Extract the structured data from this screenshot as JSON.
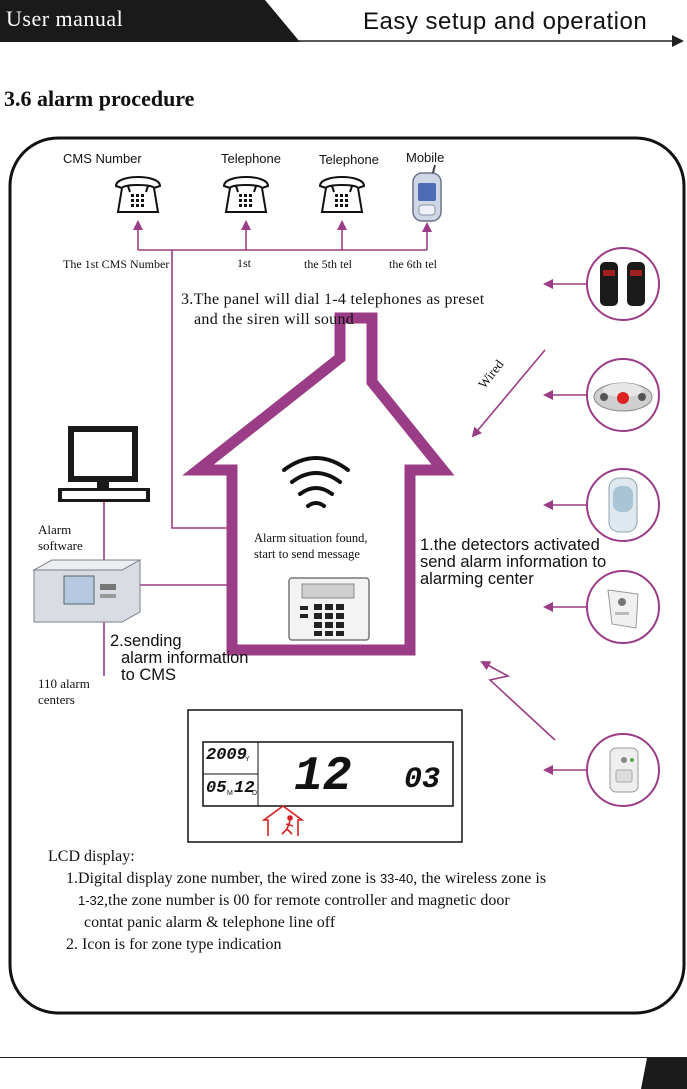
{
  "header": {
    "left_title": "User manual",
    "right_title": "Easy setup and operation"
  },
  "section": {
    "title": "3.6 alarm procedure"
  },
  "phones": [
    {
      "top_label": "CMS Number",
      "bottom_label": "The 1st CMS Number"
    },
    {
      "top_label": "Telephone",
      "bottom_label": "1st"
    },
    {
      "top_label": "Telephone",
      "bottom_label": "the 5th tel"
    },
    {
      "top_label": "Mobile",
      "bottom_label": "the 6th tel"
    }
  ],
  "step3": {
    "line1": "3.The panel will dial 1-4 telephones as preset",
    "line2": "and the siren will sound"
  },
  "wired_label": "Wired",
  "pc": {
    "label1": "Alarm",
    "label2": "software"
  },
  "center": {
    "label1": "110 alarm",
    "label2": "centers"
  },
  "house": {
    "msg1": "Alarm situation found,",
    "msg2": "start to send message"
  },
  "step1": {
    "line1": "1.the detectors activated",
    "line2": "send alarm information to",
    "line3": "alarming center"
  },
  "step2": {
    "line1": "2.sending",
    "line2": "alarm information",
    "line3": "to CMS"
  },
  "lcd": {
    "year": "2009",
    "y": "Y",
    "month": "05",
    "m": "M",
    "day": "12",
    "d": "D",
    "zone": "12",
    "right": "03"
  },
  "note": {
    "heading": "LCD display:",
    "l1a": "1.Digital display zone number, the wired zone is ",
    "l1b": "33-40",
    "l1c": ", the wireless zone is",
    "l2a": "1-32",
    "l2b": ",the zone number is 00 for remote controller and magnetic door",
    "l3": "contat panic alarm & telephone line off",
    "l4": "2. Icon is for zone type indication"
  },
  "colors": {
    "accent": "#9a3d86",
    "lcd_icon": "#d42020"
  },
  "icons": [
    "phone-icon",
    "mobile-phone-icon",
    "computer-icon",
    "alarm-receiver-icon",
    "wifi-signal-icon",
    "keypad-panel-icon",
    "beam-detector-icon",
    "smoke-detector-icon",
    "pir-detector-icon",
    "glass-break-detector-icon",
    "gas-detector-icon",
    "intruder-house-icon"
  ]
}
